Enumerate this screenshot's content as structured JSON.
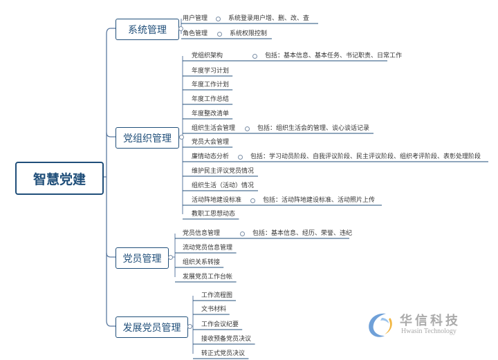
{
  "root": {
    "label": "智慧党建"
  },
  "colors": {
    "line": "#5b7aa0",
    "underline": "#1f4e79",
    "box": "#1f4e79"
  },
  "categories": [
    {
      "label": "系统管理",
      "items": [
        {
          "label": "用户管理",
          "detail": "系统登录用户增、删、改、查"
        },
        {
          "label": "角色管理",
          "detail": "系统权限控制"
        }
      ]
    },
    {
      "label": "党组织管理",
      "items": [
        {
          "label": "党组织架构",
          "detail": "包括：基本信息、基本任务、书记职责、日常工作"
        },
        {
          "label": "年度学习计划"
        },
        {
          "label": "年度工作计划"
        },
        {
          "label": "年度工作总结"
        },
        {
          "label": "年度整改清单"
        },
        {
          "label": "组织生活会管理",
          "detail": "包括：组织生活会的管理、谈心谈话记录"
        },
        {
          "label": "党员大会管理"
        },
        {
          "label": "廉情动态分析",
          "detail": "包括：学习动员阶段、自我评议阶段、民主评议阶段、组织考评阶段、表彰处理阶段"
        },
        {
          "label": "维护民主评议党员情况"
        },
        {
          "label": "组织生活（活动）情况"
        },
        {
          "label": "活动阵地建设标准",
          "detail": "包括：活动阵地建设标准、活动照片上传"
        },
        {
          "label": "教职工思想动态"
        }
      ]
    },
    {
      "label": "党员管理",
      "items": [
        {
          "label": "党员信息管理",
          "detail": "包括：基本信息、经历、荣誉、违纪"
        },
        {
          "label": "流动党员信息管理"
        },
        {
          "label": "组织关系转接"
        },
        {
          "label": "发展党员工作台帐"
        }
      ]
    },
    {
      "label": "发展党员管理",
      "items": [
        {
          "label": "工作流程图"
        },
        {
          "label": "文书材料"
        },
        {
          "label": "工作会议纪要"
        },
        {
          "label": "接收预备党员决议"
        },
        {
          "label": "转正式党员决议"
        }
      ]
    }
  ],
  "logo": {
    "name_cn": "华信科技",
    "name_en": "Hwasin Technology",
    "icon": "crescent-swirl-icon"
  }
}
